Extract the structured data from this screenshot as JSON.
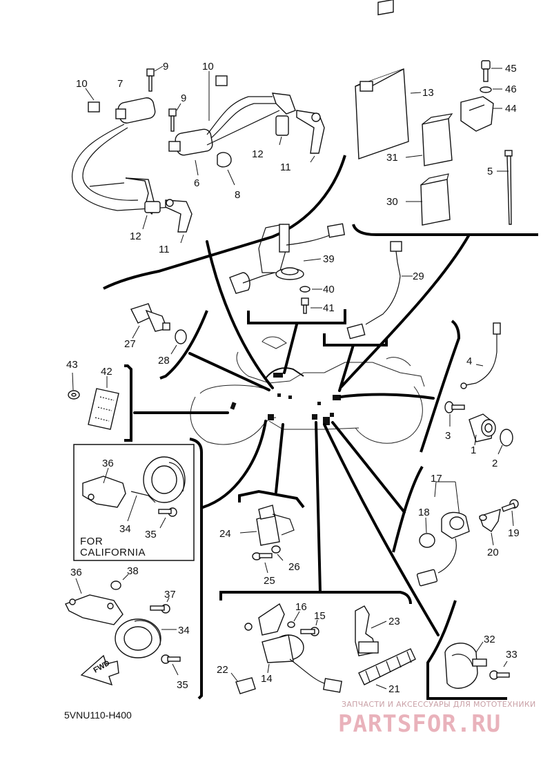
{
  "diagram_code": "5VNU110-H400",
  "california_note": {
    "line1": "FOR",
    "line2": "CALIFORNIA"
  },
  "fwd_label": "FWD",
  "watermark": {
    "small": "ЗАПЧАСТИ И АКСЕССУАРЫ ДЛЯ МОТОТЕХНИКИ",
    "big": "PARTSFOR.RU"
  },
  "callouts": {
    "c1": "1",
    "c2": "2",
    "c3": "3",
    "c4": "4",
    "c5": "5",
    "c6": "6",
    "c7": "7",
    "c8": "8",
    "c9a": "9",
    "c9b": "9",
    "c10a": "10",
    "c10b": "10",
    "c11a": "11",
    "c11b": "11",
    "c12a": "12",
    "c12b": "12",
    "c13": "13",
    "c14": "14",
    "c15": "15",
    "c16": "16",
    "c17": "17",
    "c18": "18",
    "c19": "19",
    "c20": "20",
    "c21": "21",
    "c22": "22",
    "c23": "23",
    "c24": "24",
    "c25": "25",
    "c26": "26",
    "c27": "27",
    "c28": "28",
    "c29": "29",
    "c30": "30",
    "c31": "31",
    "c32": "32",
    "c33": "33",
    "c34a": "34",
    "c34b": "34",
    "c35a": "35",
    "c35b": "35",
    "c36a": "36",
    "c36b": "36",
    "c37": "37",
    "c38": "38",
    "c39": "39",
    "c40": "40",
    "c41": "41",
    "c42": "42",
    "c43": "43",
    "c44": "44",
    "c45": "45",
    "c46": "46"
  }
}
